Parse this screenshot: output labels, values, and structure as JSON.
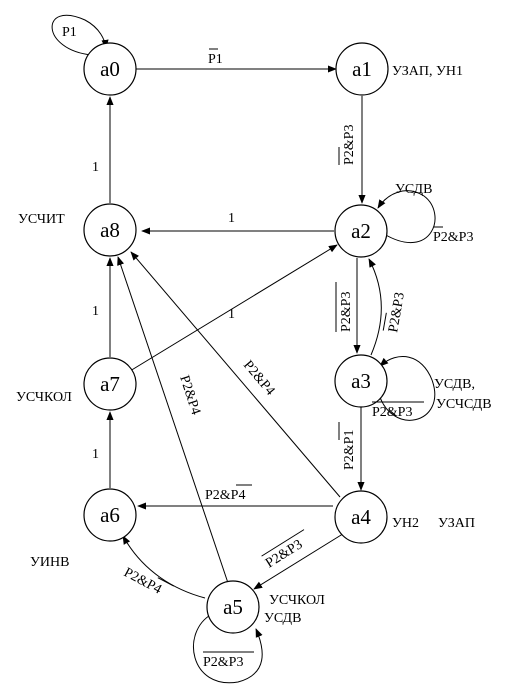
{
  "states": {
    "a0": "a0",
    "a1": "a1",
    "a2": "a2",
    "a3": "a3",
    "a4": "a4",
    "a5": "a5",
    "a6": "a6",
    "a7": "a7",
    "a8": "a8"
  },
  "outputs": {
    "a1": "УЗАП, УН1",
    "a2": "УСДВ",
    "a3_1": "УСДВ,",
    "a3_2": "УСЧСДВ",
    "a4_1": "УН2",
    "a4_2": "УЗАП",
    "a5_1": "УСЧКОЛ",
    "a5_2": "УСДВ",
    "a6": "УИНВ",
    "a7": "УСЧКОЛ",
    "a8": "УСЧИТ"
  },
  "transitions": {
    "a0_a0": "P1",
    "a0_a1": "P1",
    "a1_a2": "P2&P3",
    "a2_a2": "P2&P3",
    "a2_a8": "1",
    "a2_a3": "P2&P3",
    "a3_a2": "P2&P3",
    "a3_a3": "P2&P3",
    "a3_a4": "P2&P1",
    "a4_a8": "P2&P4",
    "a4_a6": "P2&P4",
    "a4_a5": "P2&P3",
    "a5_a5": "P2&P3",
    "a5_a6": "P2&P4",
    "a5_a8": "P2&P4",
    "a6_a7": "1",
    "a7_a2": "1",
    "a7_a8": "1",
    "a8_a0": "1"
  }
}
